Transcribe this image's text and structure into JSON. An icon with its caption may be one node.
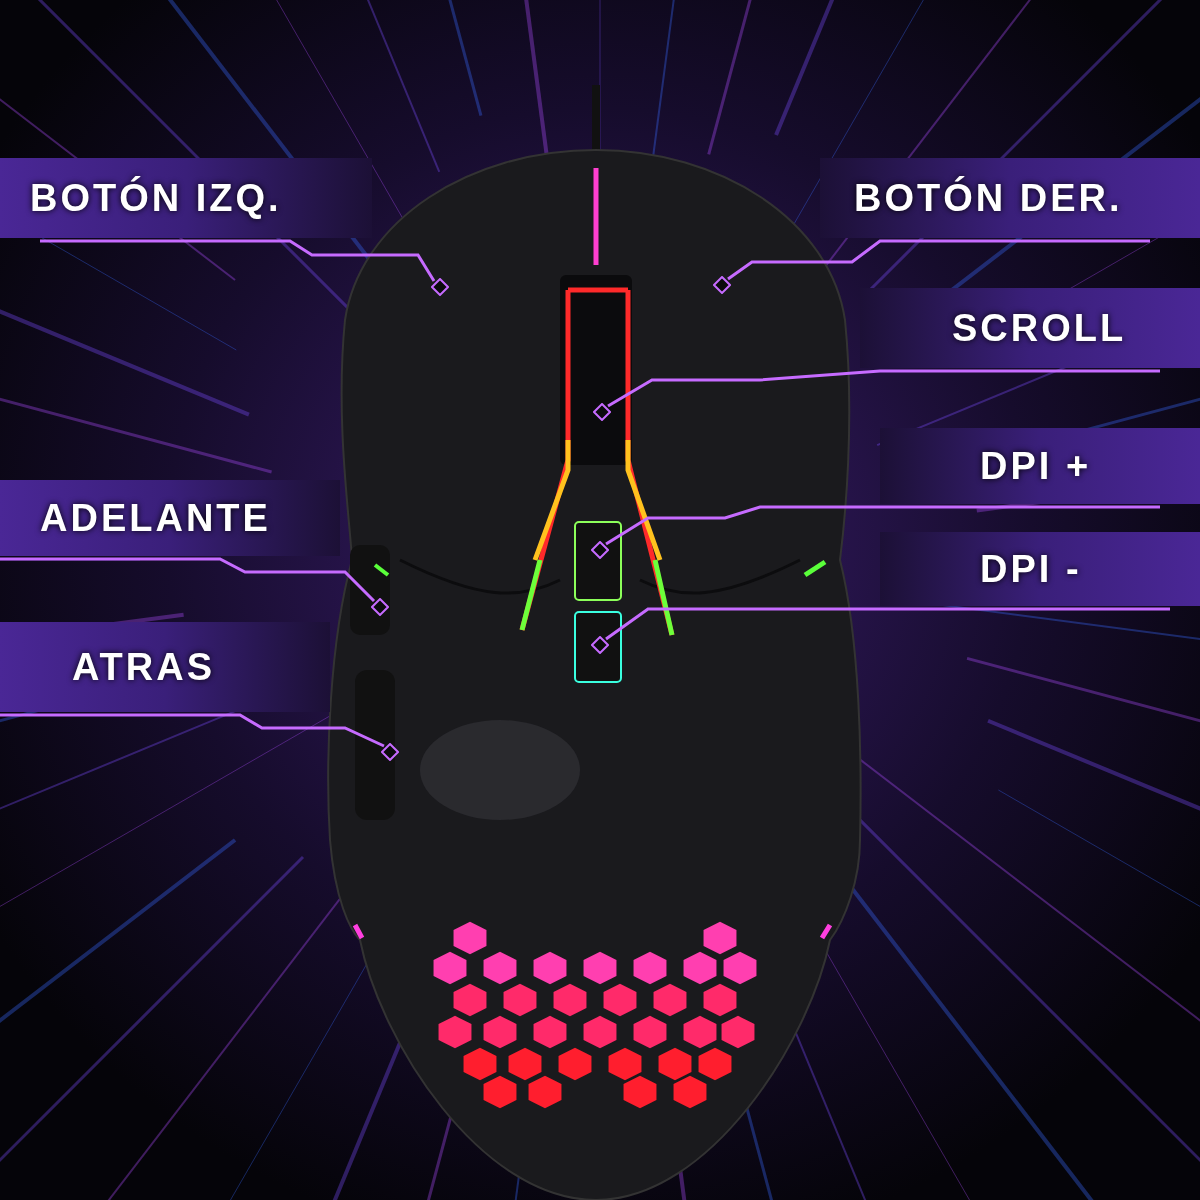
{
  "diagram": {
    "nodes": [
      {
        "text": [
          "BOTÓN IZQ."
        ]
      },
      {
        "text": [
          "BOTÓN DER."
        ]
      },
      {
        "text": [
          "SCROLL"
        ]
      },
      {
        "text": [
          "DPI +"
        ]
      },
      {
        "text": [
          "ADELANTE"
        ]
      },
      {
        "text": [
          "DPI -"
        ]
      },
      {
        "text": [
          "ATRAS"
        ]
      },
      {
        "text": [],
        "shape": "diamond"
      },
      {
        "text": [],
        "shape": "diamond"
      },
      {
        "text": [],
        "shape": "diamond"
      },
      {
        "text": [],
        "shape": "diamond"
      },
      {
        "text": [],
        "shape": "diamond"
      },
      {
        "text": [],
        "shape": "diamond"
      },
      {
        "text": [],
        "shape": "diamond"
      }
    ],
    "edges": [
      {
        "from": 0,
        "to": 7,
        "arrow": "none"
      },
      {
        "from": 1,
        "to": 8,
        "arrow": "none"
      },
      {
        "from": 2,
        "to": 9,
        "arrow": "none"
      },
      {
        "from": 3,
        "to": 10,
        "arrow": "none"
      },
      {
        "from": 4,
        "to": 11,
        "arrow": "none"
      },
      {
        "from": 5,
        "to": 12,
        "arrow": "none"
      },
      {
        "from": 6,
        "to": 13,
        "arrow": "none"
      }
    ]
  }
}
